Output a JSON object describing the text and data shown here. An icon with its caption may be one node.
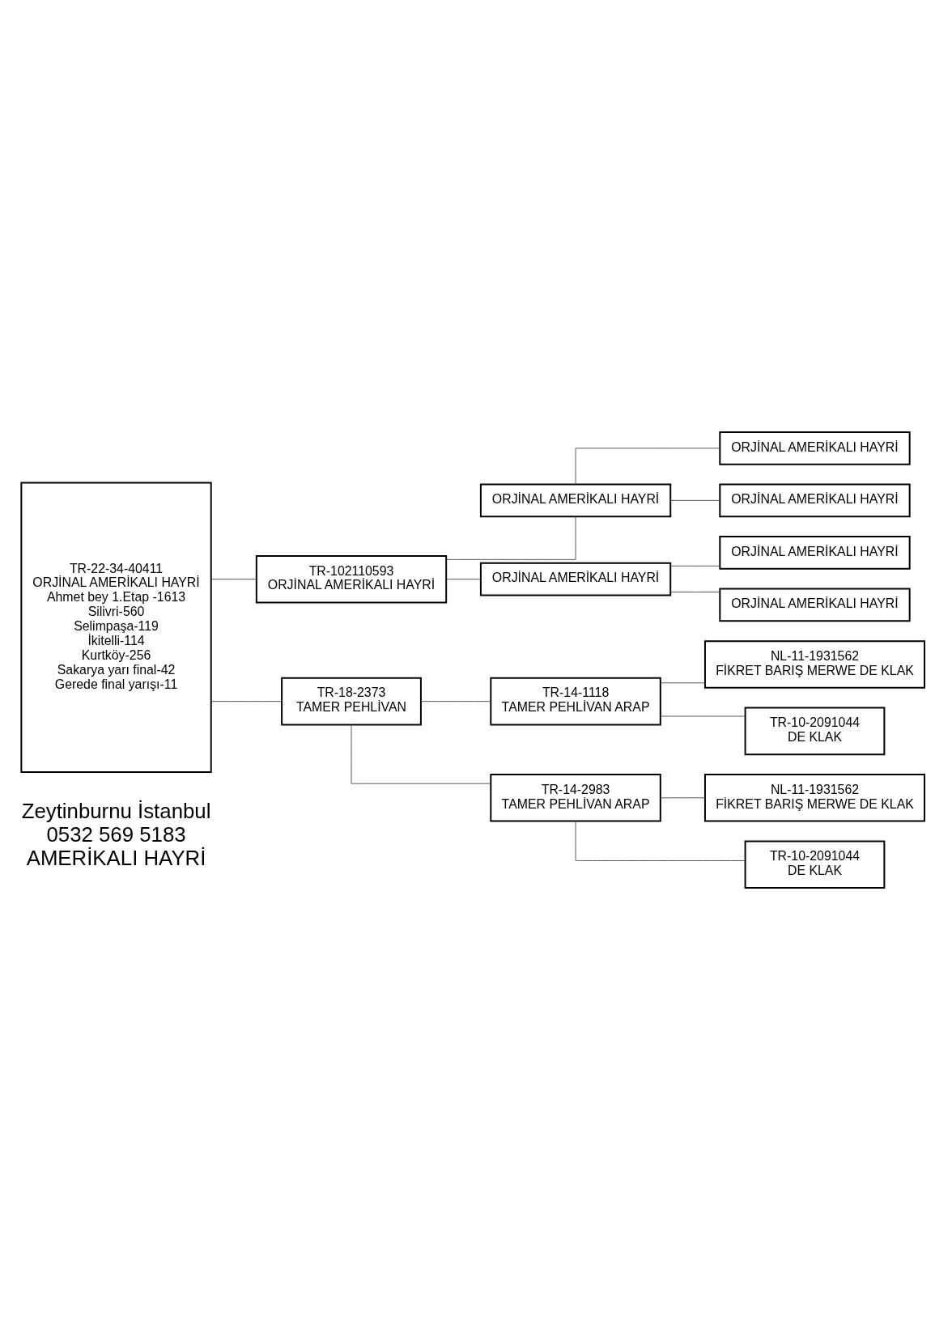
{
  "diagram": {
    "nodes": [
      {
        "text": [
          "TR-22-34-40411",
          "ORJİNAL AMERİKALI HAYRİ",
          "Ahmet bey 1.Etap -1613",
          "Silivri-560",
          "Selimpaşa-119",
          "İkitelli-114",
          "Kurtköy-256",
          "Sakarya yarı final-42",
          "Gerede final yarışı-11"
        ]
      },
      {
        "text": [
          "TR-102110593",
          "ORJİNAL AMERİKALI HAYRİ"
        ]
      },
      {
        "text": [
          "TR-18-2373",
          "TAMER PEHLİVAN"
        ]
      },
      {
        "text": [
          "ORJİNAL AMERİKALI HAYRİ"
        ]
      },
      {
        "text": [
          "ORJİNAL AMERİKALI HAYRİ"
        ]
      },
      {
        "text": [
          "TR-14-1118",
          "TAMER PEHLİVAN ARAP"
        ]
      },
      {
        "text": [
          "TR-14-2983",
          "TAMER PEHLİVAN ARAP"
        ]
      },
      {
        "text": [
          "ORJİNAL AMERİKALI HAYRİ"
        ]
      },
      {
        "text": [
          "ORJİNAL AMERİKALI HAYRİ"
        ]
      },
      {
        "text": [
          "ORJİNAL AMERİKALI HAYRİ"
        ]
      },
      {
        "text": [
          "ORJİNAL AMERİKALI HAYRİ"
        ]
      },
      {
        "text": [
          "NL-11-1931562",
          "FİKRET BARIŞ MERWE DE KLAK"
        ]
      },
      {
        "text": [
          "TR-10-2091044",
          "DE KLAK"
        ]
      },
      {
        "text": [
          "NL-11-1931562",
          "FİKRET BARIŞ MERWE DE KLAK"
        ]
      },
      {
        "text": [
          "TR-10-2091044",
          "DE KLAK"
        ]
      }
    ],
    "edges": [
      {
        "from": 0,
        "to": 1,
        "arrow": "none"
      },
      {
        "from": 0,
        "to": 2,
        "arrow": "none"
      },
      {
        "from": 1,
        "to": 3,
        "arrow": "none"
      },
      {
        "from": 1,
        "to": 4,
        "arrow": "none"
      },
      {
        "from": 2,
        "to": 5,
        "arrow": "none"
      },
      {
        "from": 2,
        "to": 6,
        "arrow": "none"
      },
      {
        "from": 3,
        "to": 7,
        "arrow": "none"
      },
      {
        "from": 3,
        "to": 8,
        "arrow": "none"
      },
      {
        "from": 4,
        "to": 9,
        "arrow": "none"
      },
      {
        "from": 4,
        "to": 10,
        "arrow": "none"
      },
      {
        "from": 5,
        "to": 11,
        "arrow": "none"
      },
      {
        "from": 5,
        "to": 12,
        "arrow": "none"
      },
      {
        "from": 6,
        "to": 13,
        "arrow": "none"
      },
      {
        "from": 6,
        "to": 14,
        "arrow": "none"
      }
    ],
    "labels": [
      "Zeytinburnu İstanbul",
      "0532 569 5183",
      "AMERİKALI HAYRİ"
    ]
  }
}
